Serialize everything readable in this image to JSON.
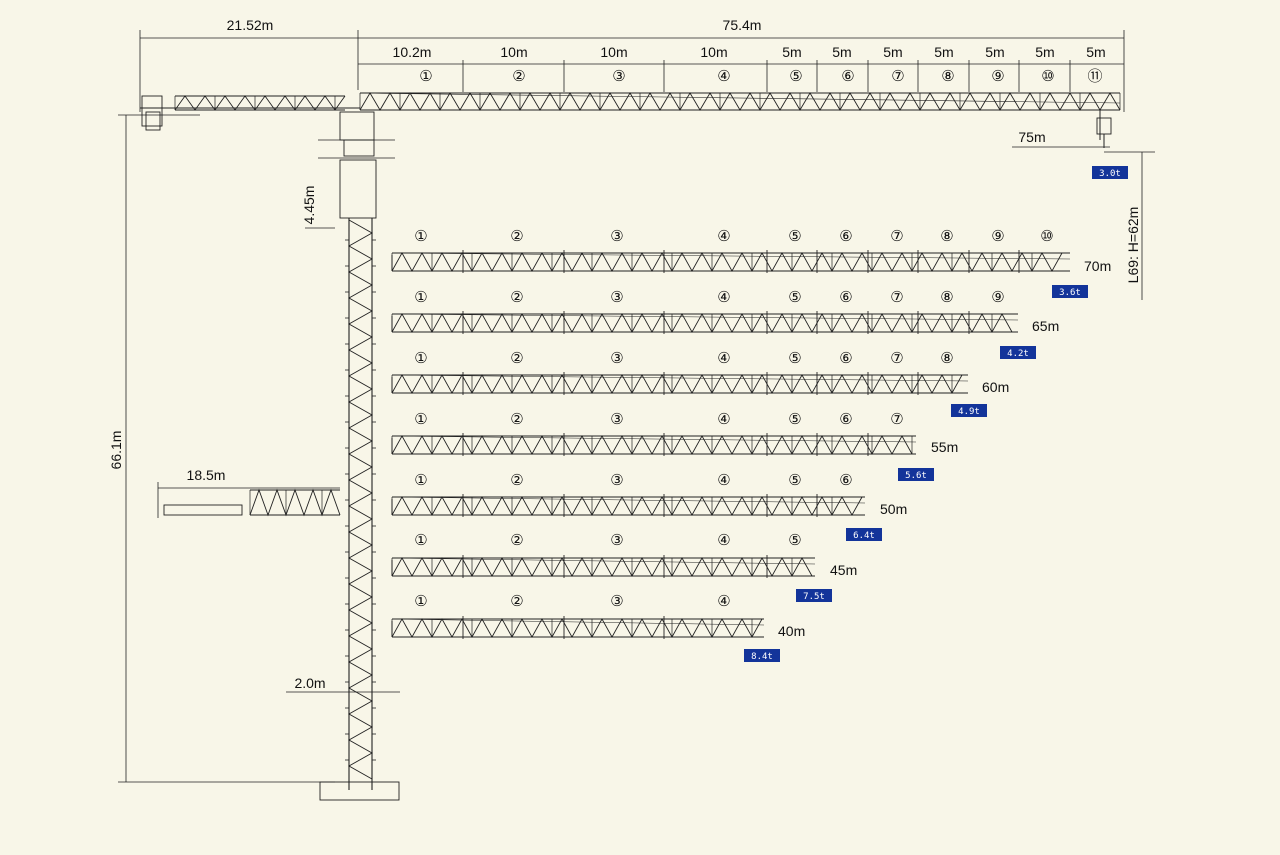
{
  "top_dims": {
    "counter_jib_length": "21.52m",
    "jib_total_length": "75.4m",
    "segment_lengths": [
      "10.2m",
      "10m",
      "10m",
      "10m",
      "5m",
      "5m",
      "5m",
      "5m",
      "5m",
      "5m",
      "5m"
    ]
  },
  "section_numbers": [
    "①",
    "②",
    "③",
    "④",
    "⑤",
    "⑥",
    "⑦",
    "⑧",
    "⑨",
    "⑩",
    "⑪"
  ],
  "side_dims": {
    "tower_height": "66.1m",
    "head_height": "4.45m",
    "mast_width": "2.0m",
    "lower_counter_jib": "18.5m",
    "hook_height": "L69: H=62m"
  },
  "main_jib": {
    "radius": "75m",
    "tip_load": "3.0t"
  },
  "configurations": [
    {
      "radius": "70m",
      "tip_load": "3.6t",
      "sections": 10
    },
    {
      "radius": "65m",
      "tip_load": "4.2t",
      "sections": 9
    },
    {
      "radius": "60m",
      "tip_load": "4.9t",
      "sections": 8
    },
    {
      "radius": "55m",
      "tip_load": "5.6t",
      "sections": 7
    },
    {
      "radius": "50m",
      "tip_load": "6.4t",
      "sections": 6
    },
    {
      "radius": "45m",
      "tip_load": "7.5t",
      "sections": 5
    },
    {
      "radius": "40m",
      "tip_load": "8.4t",
      "sections": 4
    }
  ],
  "colors": {
    "line": "#222222",
    "tag": "#13349a",
    "background": "#f8f6e8"
  }
}
